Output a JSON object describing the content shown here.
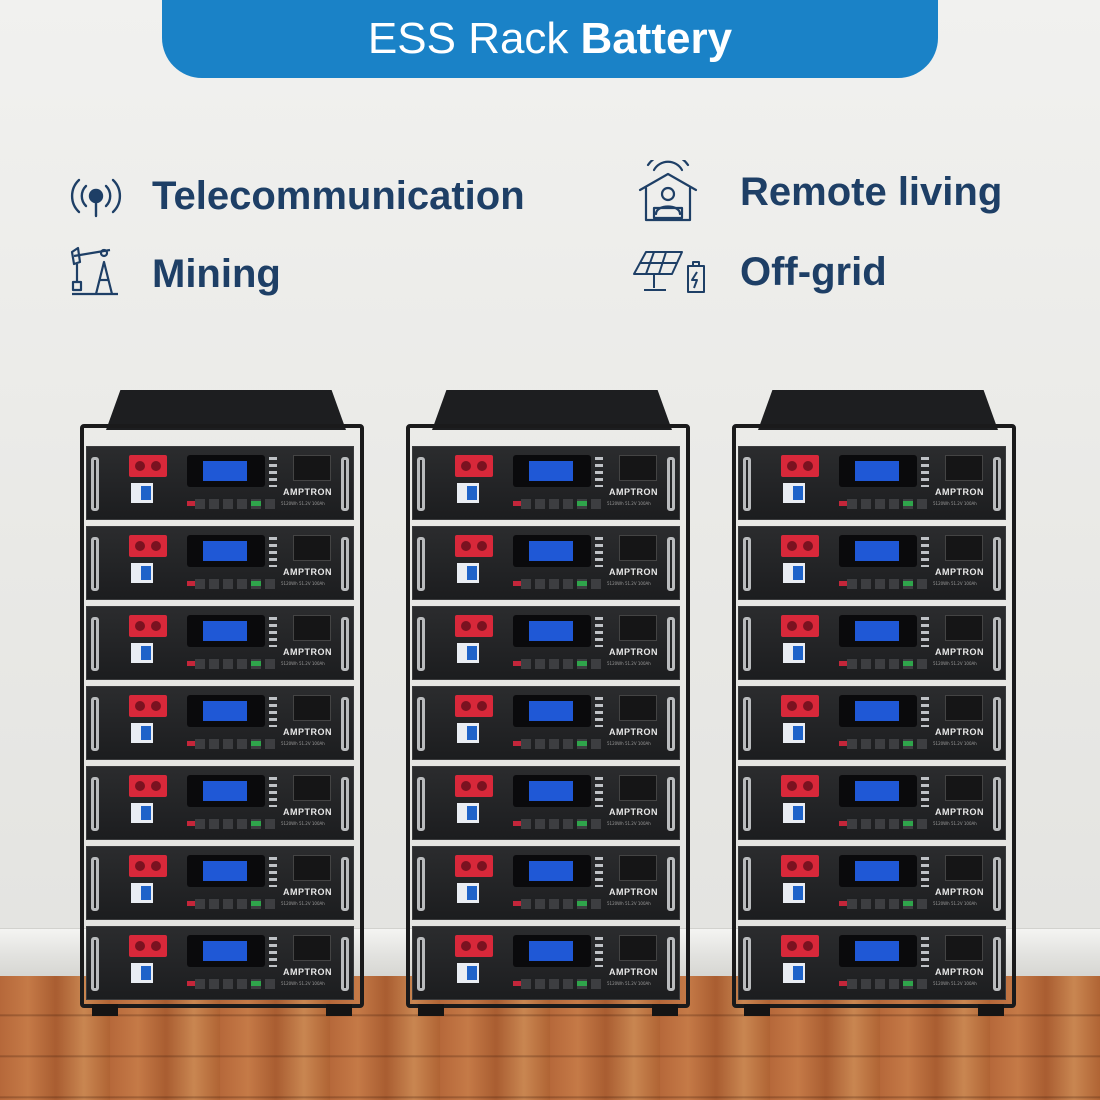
{
  "banner": {
    "text_light": "ESS Rack",
    "text_bold": "Battery",
    "color": "#1a82c7"
  },
  "features": [
    {
      "label": "Telecommunication",
      "icon": "antenna-icon"
    },
    {
      "label": "Mining",
      "icon": "oil-pump-icon"
    },
    {
      "label": "Remote living",
      "icon": "remote-house-icon"
    },
    {
      "label": "Off-grid",
      "icon": "solar-panel-battery-icon"
    }
  ],
  "battery": {
    "brand": "AMPTRON",
    "spec": "5120Wh 51.2V 100Ah",
    "modules_per_rack": 7,
    "racks": 3
  },
  "colors": {
    "feature_text": "#1e3f66",
    "terminal": "#d8283a",
    "display": "#1f58d6"
  }
}
